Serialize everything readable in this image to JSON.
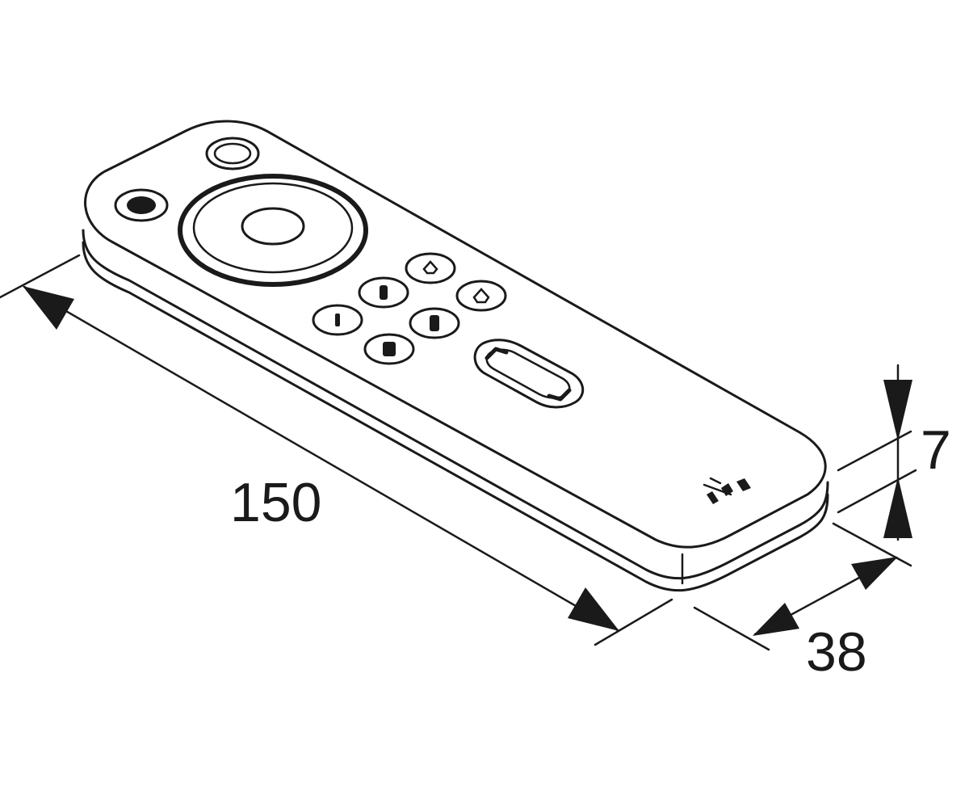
{
  "dimensions": {
    "length": {
      "value": "150"
    },
    "width": {
      "value": "38"
    },
    "height": {
      "value": "7"
    }
  },
  "colors": {
    "line": "#1a1a1a",
    "background": "#ffffff"
  },
  "icons": [
    "dimension-arrow-icon",
    "brand-logo-icon"
  ]
}
